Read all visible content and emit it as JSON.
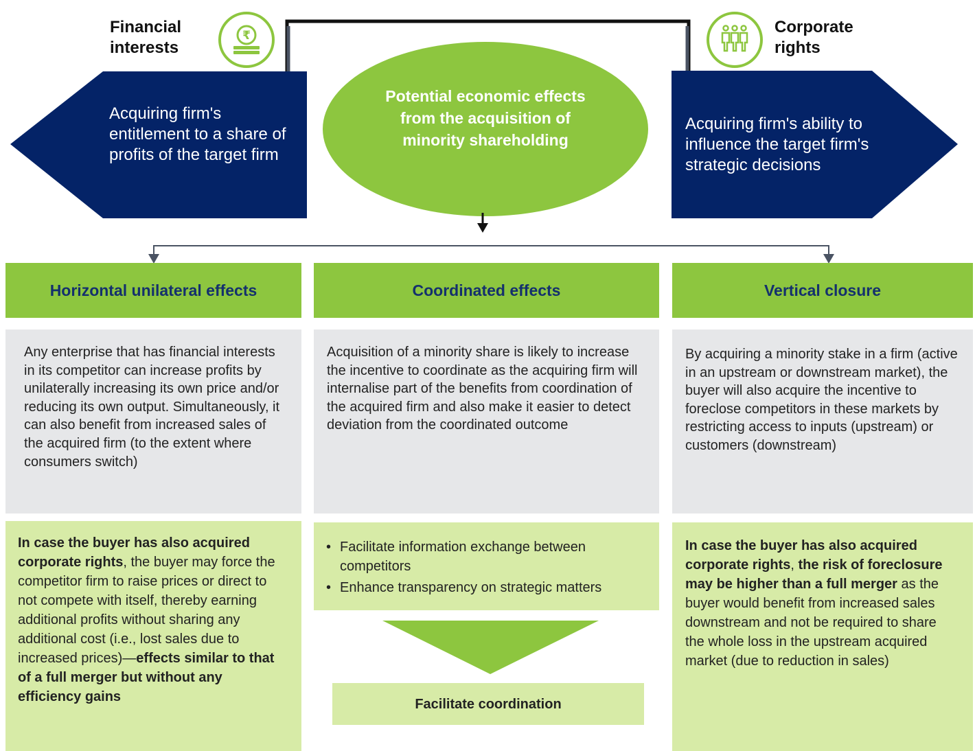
{
  "top": {
    "left_label": "Financial interests",
    "right_label": "Corporate rights",
    "left_icon": "rupee-coins-icon",
    "right_icon": "people-group-icon",
    "left_arrow_text": "Acquiring firm's entitlement to a share of profits of the target firm",
    "right_arrow_text": "Acquiring firm's ability to influence the target firm's strategic decisions",
    "center_text": "Potential economic effects from the acquisition of minority shareholding"
  },
  "columns": [
    {
      "heading": "Horizontal unilateral effects",
      "description": "Any enterprise that has financial interests in its competitor can increase profits by unilaterally increasing its own price and/or reducing its own output. Simultaneously, it can also benefit from increased sales of the acquired firm (to the extent where consumers switch)",
      "detail": {
        "bold_intro": "In case the buyer has also acquired corporate rights",
        "text": ", the buyer may force the competitor firm to raise prices or direct to not compete with itself, thereby earning additional profits without sharing any additional cost (i.e., lost sales due to increased prices)—",
        "bold_end": "effects similar to that of a full merger but without any efficiency gains"
      }
    },
    {
      "heading": "Coordinated effects",
      "description": "Acquisition of a minority share is likely to increase the incentive to coordinate as the acquiring firm will internalise part of the benefits from coordination of the acquired firm and also make it easier to detect deviation from the coordinated outcome",
      "bullets": [
        "Facilitate information exchange between competitors",
        "Enhance transparency on strategic matters"
      ],
      "result": "Facilitate coordination"
    },
    {
      "heading": "Vertical closure",
      "description": "By acquiring a minority stake in a firm (active in an upstream or downstream market), the buyer will also acquire the incentive to foreclose competitors in these markets by restricting access to inputs (upstream) or customers (downstream)",
      "detail": {
        "bold_intro": "In case the buyer has also acquired corporate rights",
        "comma": ", ",
        "bold_mid": "the risk of foreclosure may be higher than a full merger",
        "text": " as the buyer would benefit from increased sales downstream and not be required to share the whole loss in the upstream acquired market (due to reduction in sales)"
      }
    }
  ],
  "colors": {
    "navy": "#042367",
    "green": "#8dc63f",
    "light_green": "#d7eba7",
    "gray": "#e6e7e9",
    "heading_text": "#14306d",
    "connector": "#4a5363"
  }
}
